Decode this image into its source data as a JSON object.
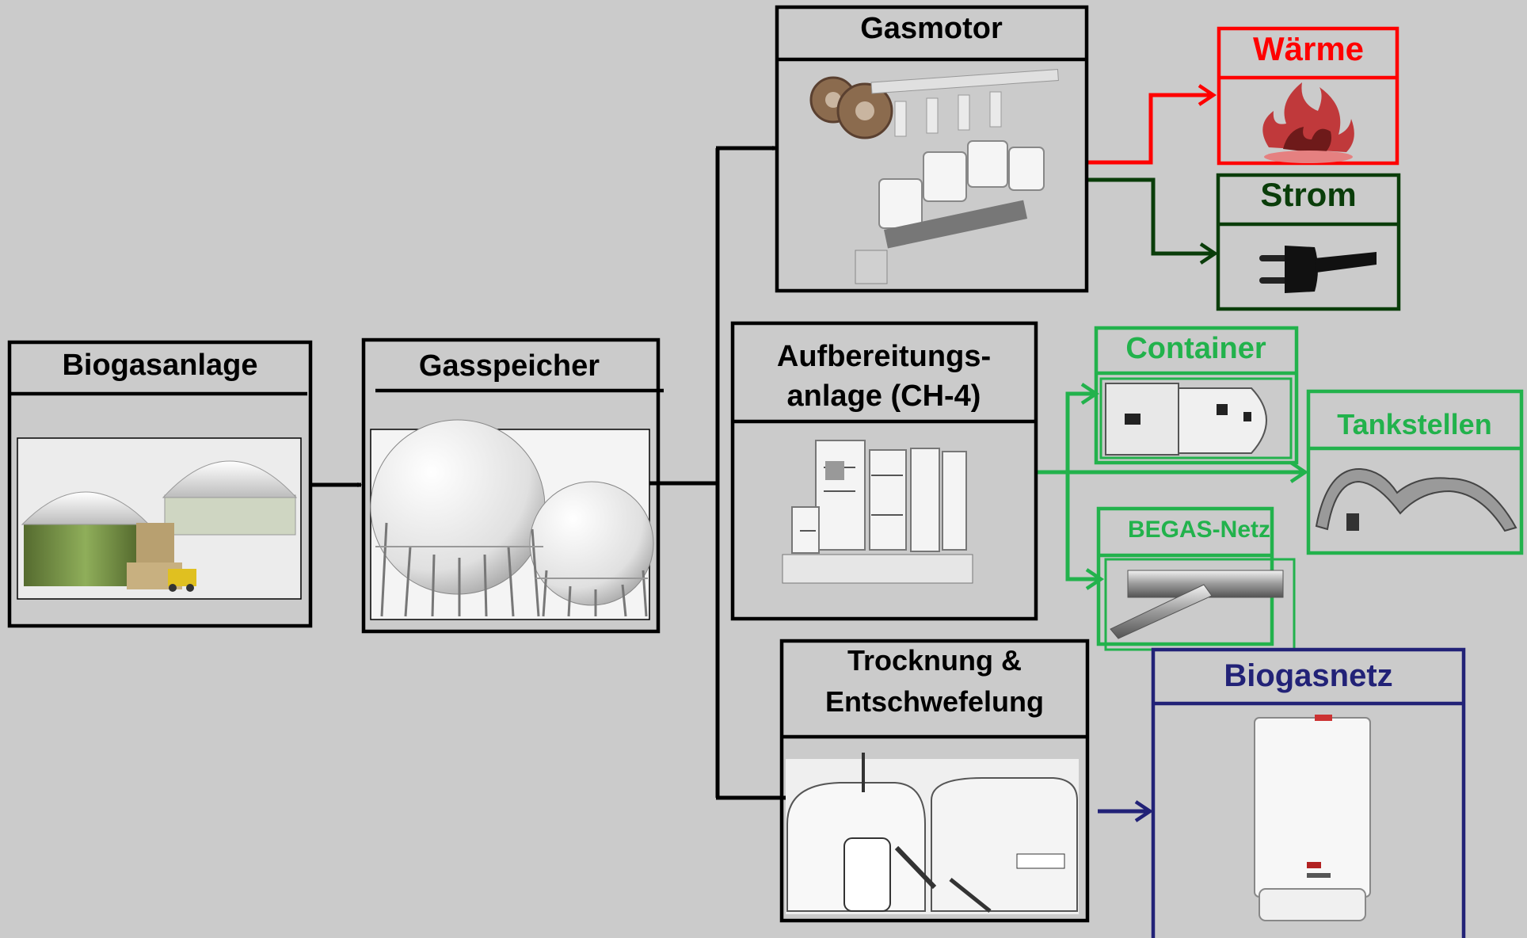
{
  "colors": {
    "background": "#cbcbcb",
    "black": "#000000",
    "heat": "#ff0000",
    "power": "#0a3d0a",
    "green": "#22b24c",
    "navy": "#222277"
  },
  "nodes": {
    "biogasanlage": {
      "title": "Biogasanlage",
      "icon": "biogas-plant-image"
    },
    "gasspeicher": {
      "title": "Gasspeicher",
      "icon": "gas-storage-spheres-image"
    },
    "gasmotor": {
      "title": "Gasmotor",
      "icon": "engine-image"
    },
    "aufbereitung": {
      "title_line1": "Aufbereitungs-",
      "title_line2": "anlage (CH-4)",
      "icon": "upgrading-plant-image"
    },
    "trocknung": {
      "title_line1": "Trocknung &",
      "title_line2": "Entschwefelung",
      "icon": "drying-tanks-image"
    },
    "waerme": {
      "title": "Wärme",
      "icon": "flame-icon"
    },
    "strom": {
      "title": "Strom",
      "icon": "power-plug-icon"
    },
    "container": {
      "title": "Container",
      "icon": "gas-container-image"
    },
    "tankstellen": {
      "title": "Tankstellen",
      "icon": "filling-station-image"
    },
    "begas": {
      "title": "BEGAS-Netz",
      "icon": "pipe-icon"
    },
    "biogasnetz": {
      "title": "Biogasnetz",
      "icon": "gas-boiler-image"
    }
  }
}
